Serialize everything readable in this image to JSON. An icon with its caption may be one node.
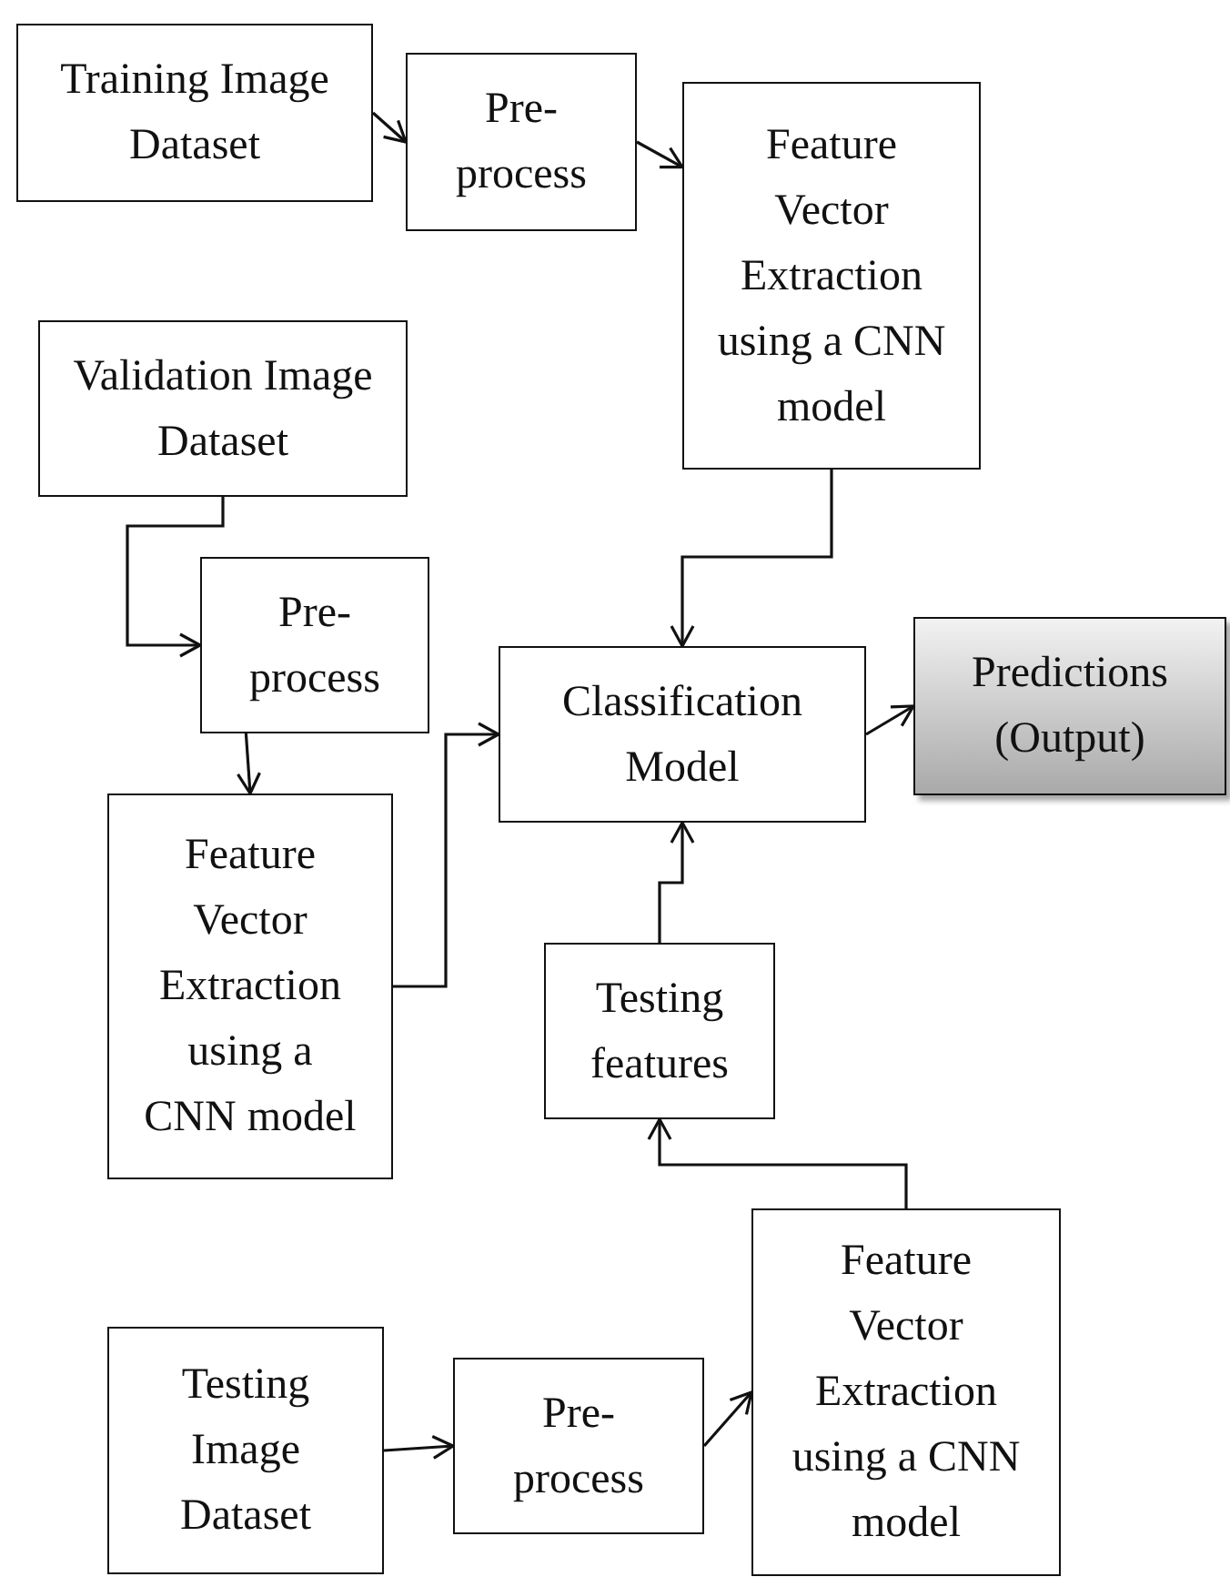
{
  "diagram": {
    "nodes": [
      {
        "text": [
          "Training Image Dataset"
        ]
      },
      {
        "text": [
          "Pre- process"
        ]
      },
      {
        "text": [
          "Feature Vector Extraction using a CNN model"
        ]
      },
      {
        "text": [
          "Validation Image Dataset"
        ]
      },
      {
        "text": [
          "Pre- process"
        ]
      },
      {
        "text": [
          "Feature Vector Extraction using a CNN model"
        ]
      },
      {
        "text": [
          "Classification Model"
        ]
      },
      {
        "text": [
          "Predictions (Output)"
        ]
      },
      {
        "text": [
          "Testing features"
        ]
      },
      {
        "text": [
          "Testing Image Dataset"
        ]
      },
      {
        "text": [
          "Pre- process"
        ]
      },
      {
        "text": [
          "Feature Vector Extraction using a CNN model"
        ]
      }
    ],
    "edges": [
      {
        "from": 0,
        "to": 1,
        "arrow": "to"
      },
      {
        "from": 1,
        "to": 2,
        "arrow": "to"
      },
      {
        "from": 2,
        "to": 6,
        "arrow": "to"
      },
      {
        "from": 3,
        "to": 4,
        "arrow": "to"
      },
      {
        "from": 4,
        "to": 5,
        "arrow": "to"
      },
      {
        "from": 5,
        "to": 6,
        "arrow": "to"
      },
      {
        "from": 6,
        "to": 7,
        "arrow": "to"
      },
      {
        "from": 8,
        "to": 6,
        "arrow": "to"
      },
      {
        "from": 11,
        "to": 8,
        "arrow": "to"
      },
      {
        "from": 9,
        "to": 10,
        "arrow": "to"
      },
      {
        "from": 10,
        "to": 11,
        "arrow": "to"
      }
    ]
  }
}
